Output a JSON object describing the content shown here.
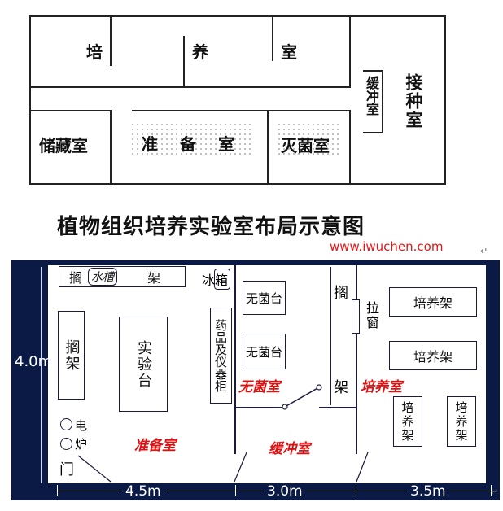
{
  "top_plan": {
    "room_culture_chars": [
      "培",
      "养",
      "室"
    ],
    "room_buffer": "缓冲室",
    "room_inoculation": "接种室",
    "room_storage": "储藏室",
    "room_prep_chars": [
      "准",
      "备",
      "室"
    ],
    "room_sterilize": "灭菌室"
  },
  "title": "植物组织培养实验室布局示意图",
  "watermark": "www.iwuchen.com",
  "return_mark": "↵",
  "bottom_plan": {
    "shelf_top_left": "搁",
    "sink": "水槽",
    "shelf_top_right": "架",
    "fridge": "冰箱",
    "left_shelf": "搁架",
    "lab_bench": "实验台",
    "reagent_cabinet": "药品及仪器柜",
    "sterile_bench_1": "无菌台",
    "sterile_bench_2": "无菌台",
    "sterile_room": "无菌室",
    "mid_shelf_top": "搁",
    "mid_shelf_bottom": "架",
    "slide_window": "拉窗",
    "culture_room": "培养室",
    "culture_rack_1": "培养架",
    "culture_rack_2": "培养架",
    "culture_rack_3": "培养架",
    "culture_rack_4": "培养架",
    "stove_chars": [
      "电",
      "炉"
    ],
    "door": "门",
    "prep_room": "准备室",
    "buffer_room": "缓冲室",
    "height_dim": "4.0m",
    "dim_prep": "4.5m",
    "dim_buffer": "3.0m",
    "dim_culture": "3.5m"
  },
  "colors": {
    "background": "#0b1a44",
    "room_label_red": "#e01010",
    "watermark": "#e31818"
  }
}
